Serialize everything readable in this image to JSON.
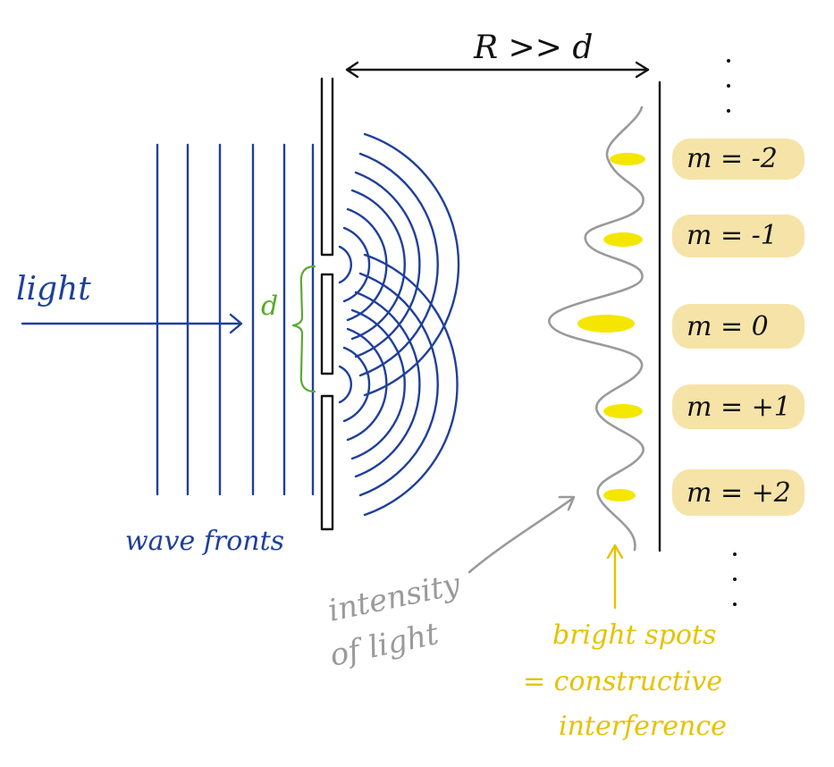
{
  "labels": {
    "separation_note": "R >> d",
    "light": "light",
    "slit_gap": "d",
    "wave_fronts": "wave fronts",
    "intensity_line1": "intensity",
    "intensity_line2": "of light",
    "bright_line1": "bright spots",
    "bright_line2": "= constructive",
    "bright_line3": "interference"
  },
  "orders": [
    {
      "label": "m = -2",
      "value": -2
    },
    {
      "label": "m = -1",
      "value": -1
    },
    {
      "label": "m = 0",
      "value": 0
    },
    {
      "label": "m = +1",
      "value": 1
    },
    {
      "label": "m = +2",
      "value": 2
    }
  ],
  "colors": {
    "wave": "#1f3f9c",
    "barrier": "#111111",
    "intensity": "#9a9a9a",
    "bright_spot": "#f5e600",
    "order_highlight": "#f6e3a8",
    "annotation_yellow": "#e6c200",
    "slit_gap": "#5aaa2e"
  }
}
